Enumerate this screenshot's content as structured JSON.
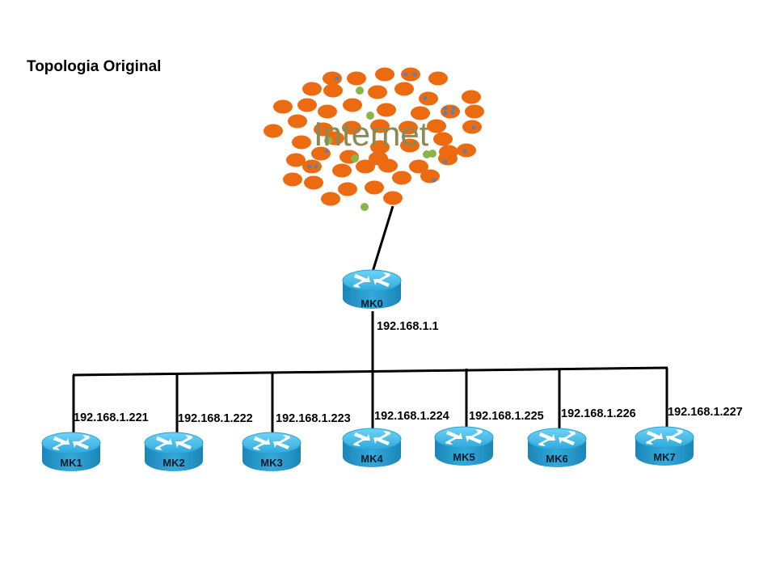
{
  "title": "Topologia Original",
  "internet": {
    "label": "Internet",
    "colors": {
      "blob": "#ec6a10",
      "dot_green": "#8ab54a",
      "dot_blue": "#5a80b8",
      "text": "#8a8a55"
    }
  },
  "core_router": {
    "name": "MK0",
    "ip": "192.168.1.1"
  },
  "routers": [
    {
      "name": "MK1",
      "ip": "192.168.1.221"
    },
    {
      "name": "MK2",
      "ip": "192.168.1.222"
    },
    {
      "name": "MK3",
      "ip": "192.168.1.223"
    },
    {
      "name": "MK4",
      "ip": "192.168.1.224"
    },
    {
      "name": "MK5",
      "ip": "192.168.1.225"
    },
    {
      "name": "MK6",
      "ip": "192.168.1.226"
    },
    {
      "name": "MK7",
      "ip": "192.168.1.227"
    }
  ],
  "colors": {
    "router_top": "#3ab6e8",
    "router_side": "#1f8fc0",
    "link": "#000000"
  }
}
